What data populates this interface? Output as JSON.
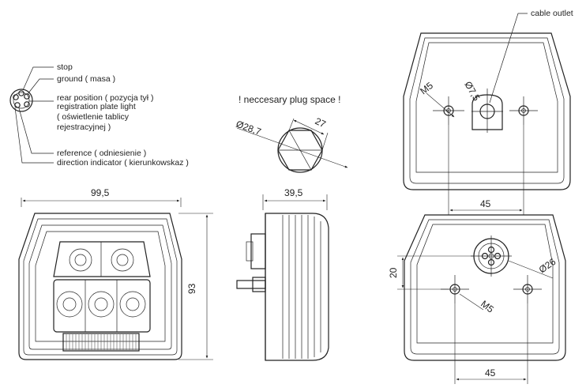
{
  "pinout": {
    "stop": "stop",
    "ground": "ground  ( masa )",
    "rear_position": "rear position  ( pozycja tył )",
    "plate_light": "registration plate light",
    "plate_light_pl_1": "( oświetlenie tablicy",
    "plate_light_pl_2": "rejestracyjnej )",
    "reference": "reference  ( odniesienie )",
    "direction": "direction indicator  ( kierunkowskaz )"
  },
  "front_view": {
    "width_dim": "99,5",
    "height_dim": "93"
  },
  "plug": {
    "note": "! neccesary plug space !",
    "diameter": "Ø28,7",
    "across_flats": "27"
  },
  "side_view": {
    "depth_dim": "39,5"
  },
  "back_view_top": {
    "cable_outlet": "cable outlet",
    "outlet_diameter": "Ø7,5",
    "thread": "M5",
    "spacing": "45"
  },
  "back_view_bottom": {
    "offset": "20",
    "socket_diameter": "Ø26",
    "thread": "M5",
    "spacing": "45"
  }
}
